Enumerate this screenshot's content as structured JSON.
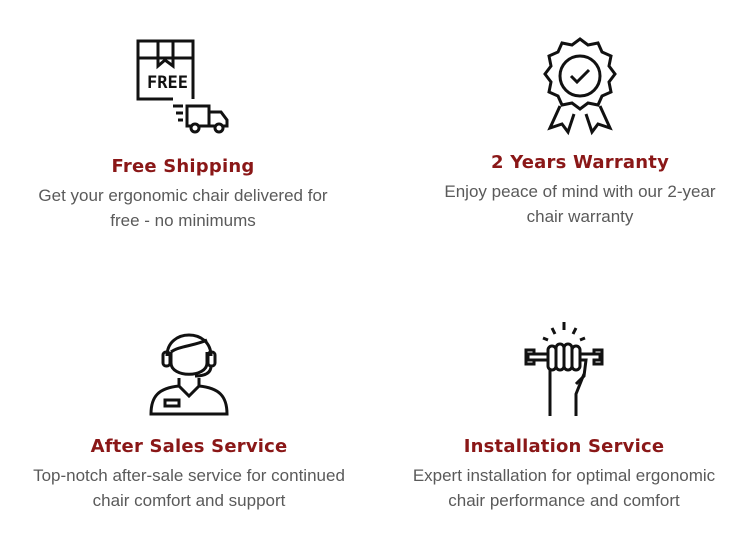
{
  "features": [
    {
      "title": "Free Shipping",
      "desc_line1": "Get your ergonomic chair delivered for",
      "desc_line2": "free - no minimums",
      "icon": "free-delivery-box-icon",
      "icon_text": "FREE"
    },
    {
      "title": "2 Years Warranty",
      "desc_line1": "Enjoy peace of mind with our 2-year",
      "desc_line2": "chair warranty",
      "icon": "warranty-badge-icon"
    },
    {
      "title": "After Sales Service",
      "desc_line1": "Top-notch after-sale service for continued",
      "desc_line2": "chair comfort and support",
      "icon": "support-agent-icon"
    },
    {
      "title": "Installation Service",
      "desc_line1": "Expert installation for optimal ergonomic",
      "desc_line2": "chair performance and comfort",
      "icon": "wrench-fist-icon"
    }
  ],
  "colors": {
    "title": "#8a1717",
    "text": "#5a5a5a"
  }
}
